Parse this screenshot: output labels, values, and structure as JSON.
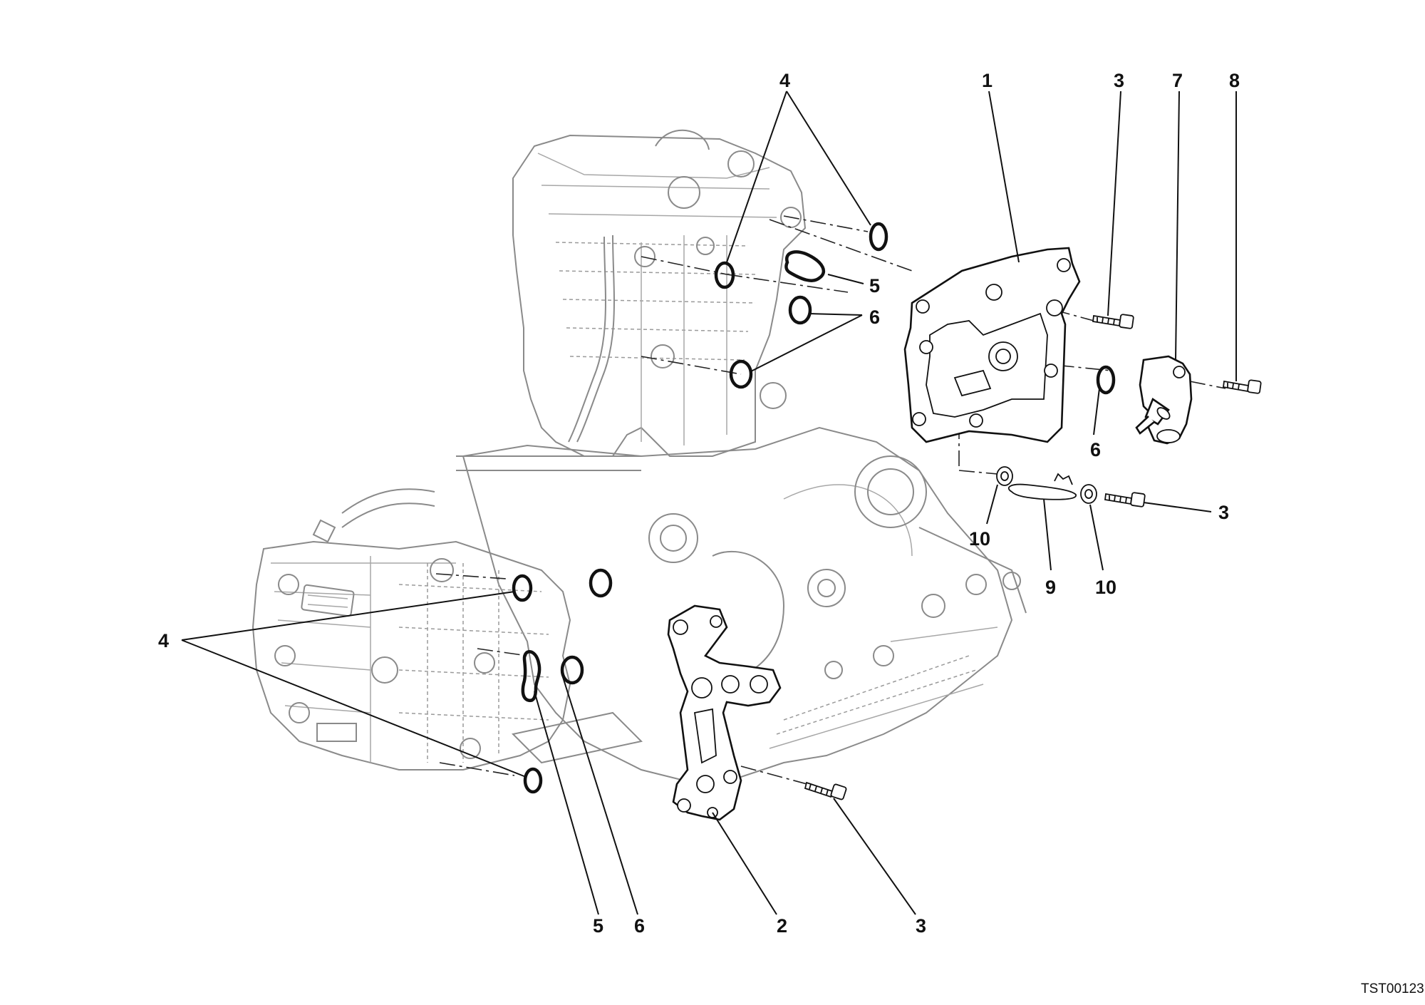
{
  "drawing_code": "TST00123",
  "callouts": [
    "4",
    "1",
    "3",
    "7",
    "8",
    "5",
    "6",
    "6",
    "3",
    "10",
    "9",
    "10",
    "4",
    "5",
    "6",
    "2",
    "3"
  ]
}
